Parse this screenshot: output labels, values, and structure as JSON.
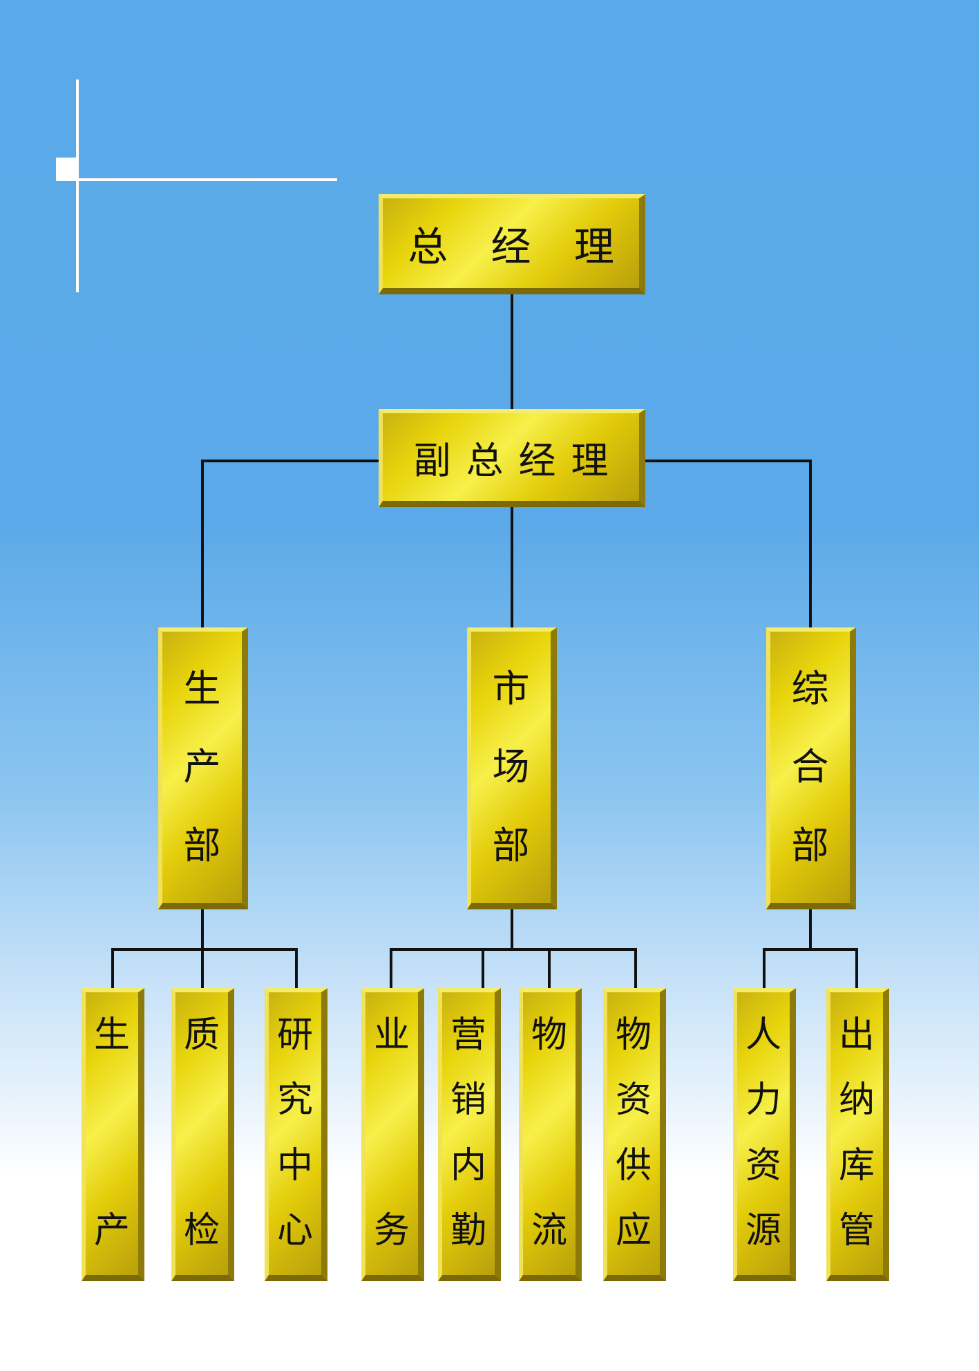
{
  "title_box": {
    "label": "总 经 理"
  },
  "deputy_box": {
    "label": "副总经理"
  },
  "departments": [
    {
      "chars": [
        "生",
        "产",
        "部"
      ],
      "children": [
        {
          "chars": [
            "生",
            "产"
          ]
        },
        {
          "chars": [
            "质",
            "检"
          ]
        },
        {
          "chars": [
            "研",
            "究",
            "中",
            "心"
          ]
        }
      ]
    },
    {
      "chars": [
        "市",
        "场",
        "部"
      ],
      "children": [
        {
          "chars": [
            "业",
            "务"
          ]
        },
        {
          "chars": [
            "营",
            "销",
            "内",
            "勤"
          ]
        },
        {
          "chars": [
            "物",
            "流"
          ]
        },
        {
          "chars": [
            "物",
            "资",
            "供",
            "应"
          ]
        }
      ]
    },
    {
      "chars": [
        "综",
        "合",
        "部"
      ],
      "children": [
        {
          "chars": [
            "人",
            "力",
            "资",
            "源"
          ]
        },
        {
          "chars": [
            "出",
            "纳",
            "库",
            "管"
          ]
        }
      ]
    }
  ],
  "colors": {
    "background_top": "#5aaae9",
    "box_gold": "#e8d40c",
    "line": "#111111",
    "deco": "#ffffff"
  }
}
